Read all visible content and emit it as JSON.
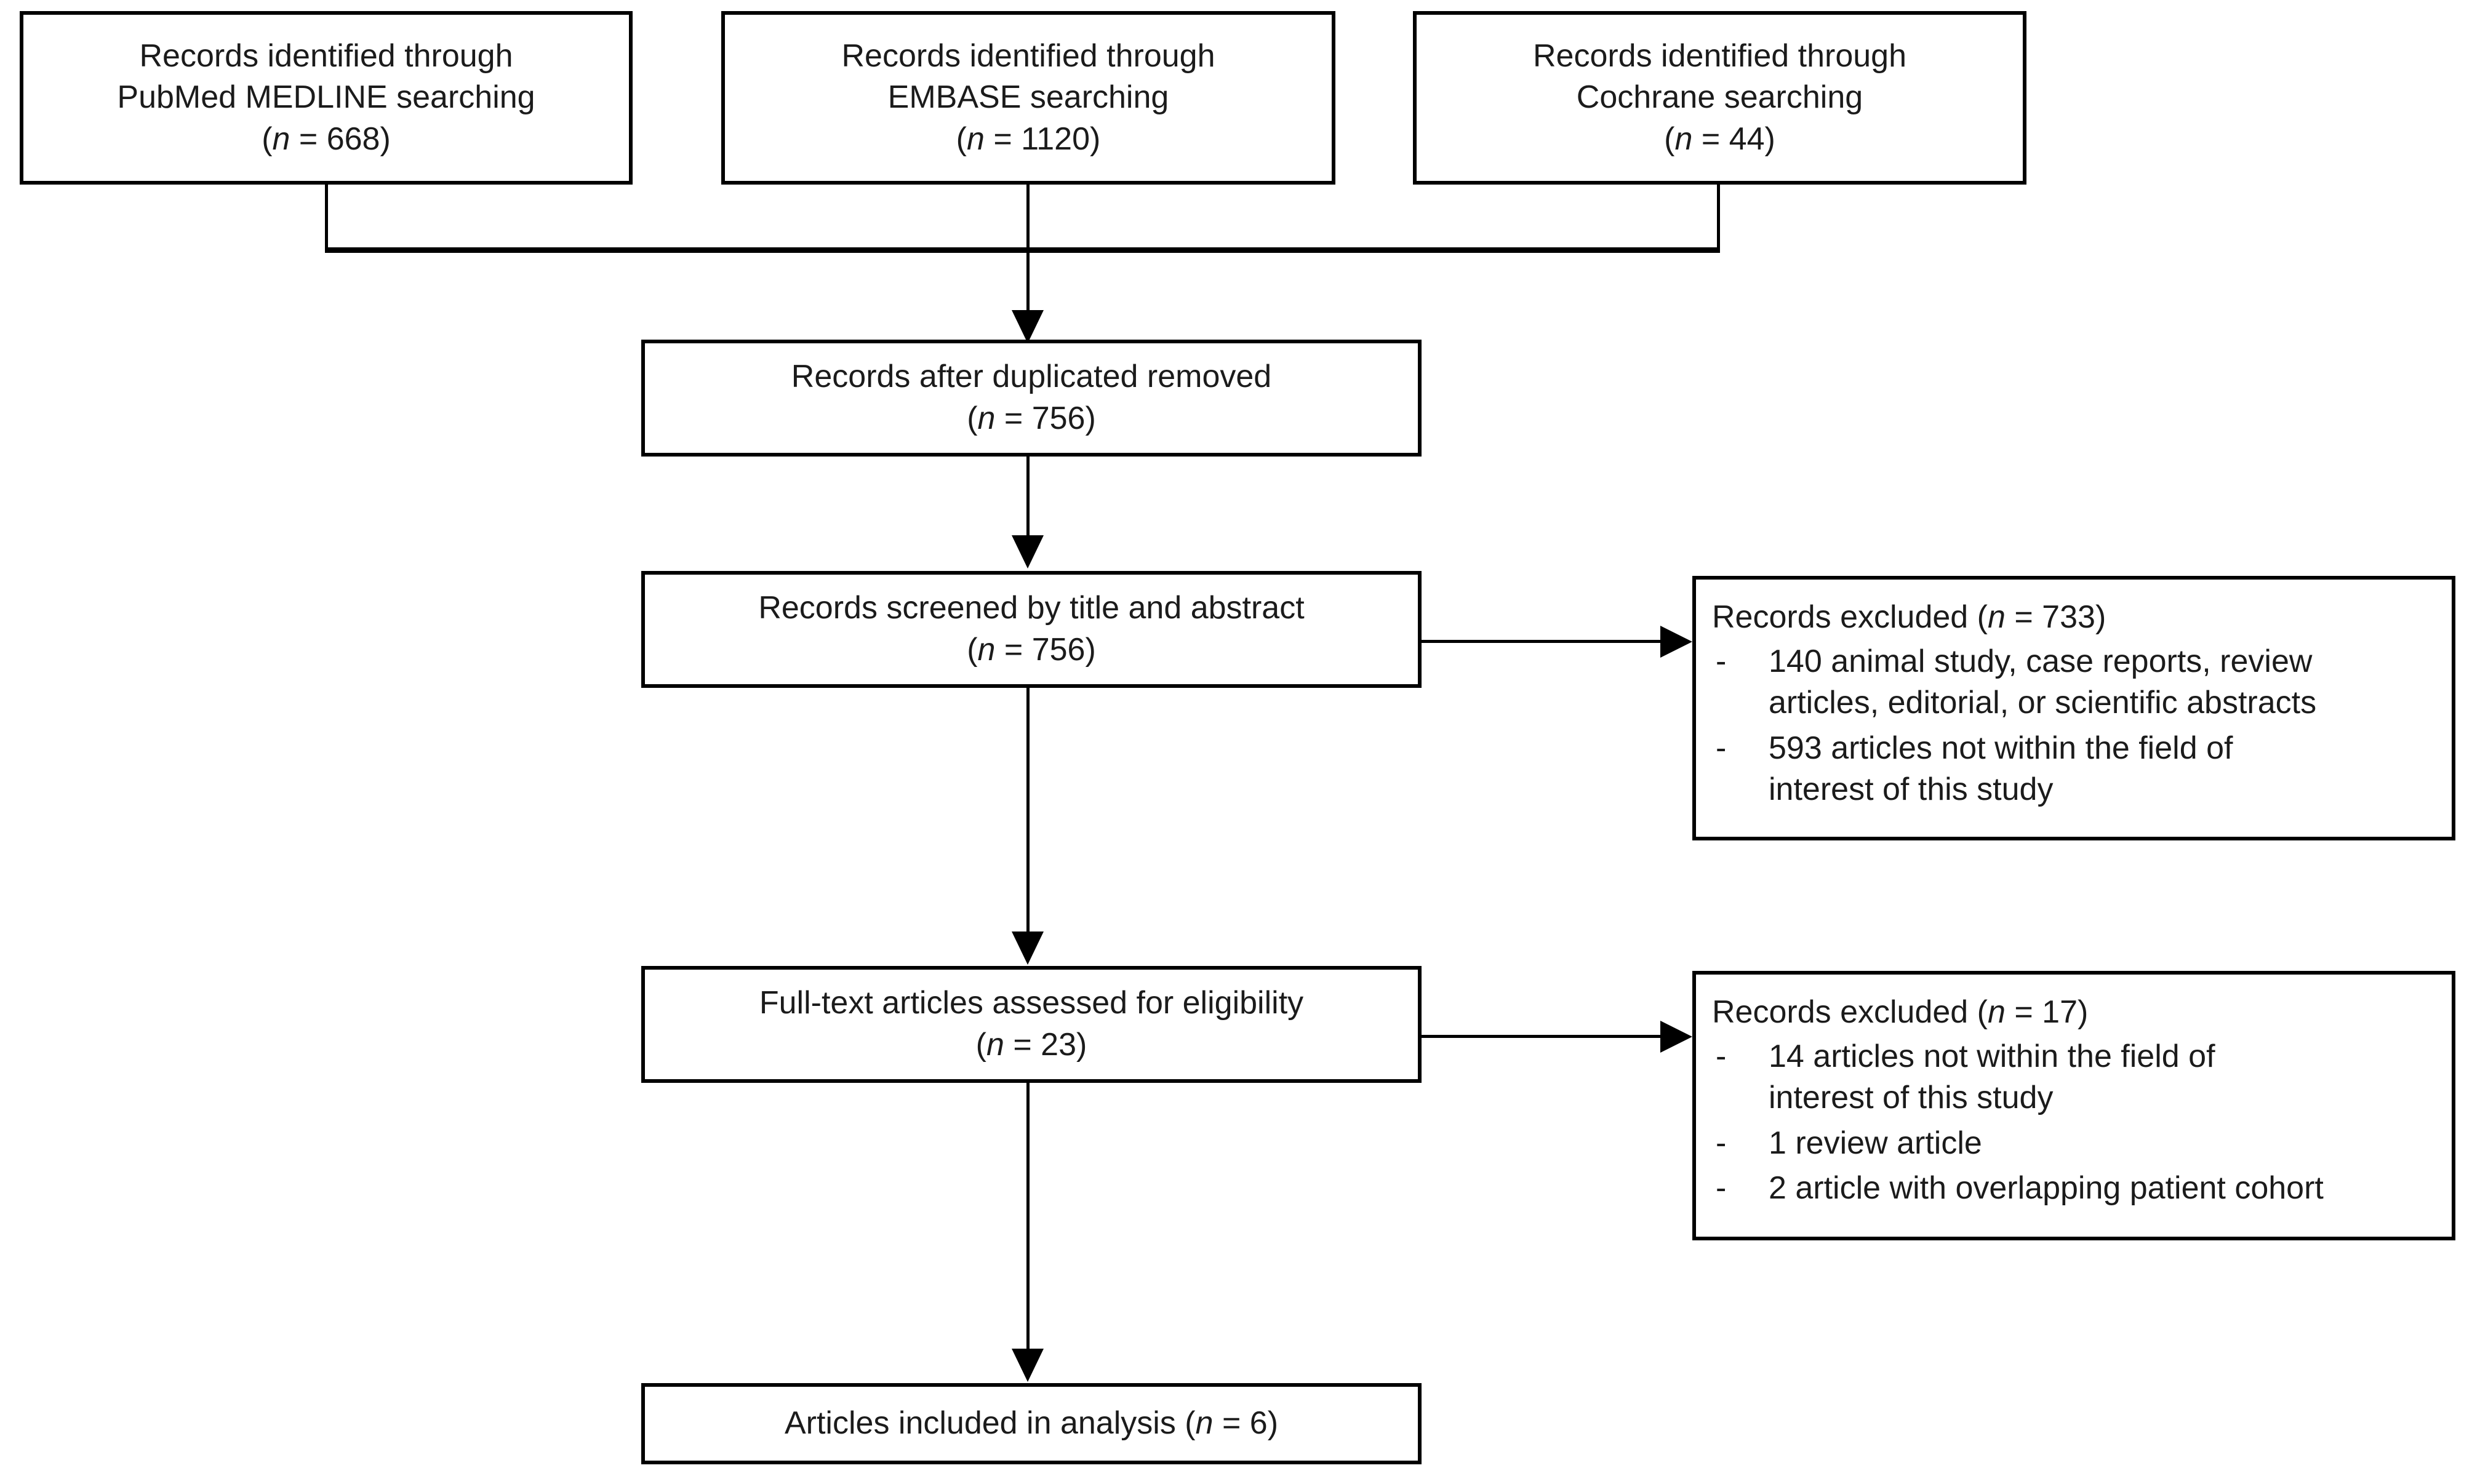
{
  "diagram": {
    "type": "prisma-flow-diagram",
    "title": "",
    "accent_color": "#000000",
    "background_color": "#ffffff",
    "text_color": "#1b1b1b"
  },
  "sources": [
    {
      "id": "pubmed",
      "line1": "Records identified through",
      "line2": "PubMed MEDLINE searching",
      "count_open": "(",
      "count_n": "n",
      "count_eq": " = 668)",
      "n_value": 668
    },
    {
      "id": "embase",
      "line1": "Records identified through",
      "line2": "EMBASE searching",
      "count_open": "(",
      "count_n": "n",
      "count_eq": " = 1120)",
      "n_value": 1120
    },
    {
      "id": "cochrane",
      "line1": "Records identified through",
      "line2": "Cochrane searching",
      "count_open": "(",
      "count_n": "n",
      "count_eq": " = 44)",
      "n_value": 44
    }
  ],
  "stages": {
    "deduplicated": {
      "line1": "Records after duplicated removed",
      "count_open": "(",
      "count_n": "n",
      "count_eq": " = 756)",
      "n_value": 756
    },
    "screened": {
      "line1": "Records screened by title and abstract",
      "count_open": "(",
      "count_n": "n",
      "count_eq": " = 756)",
      "n_value": 756
    },
    "fulltext": {
      "line1": "Full-text articles assessed for eligibility",
      "count_open": "(",
      "count_n": "n",
      "count_eq": " = 23)",
      "n_value": 23
    },
    "included": {
      "line1_pre": "Articles included in analysis (",
      "count_n": "n",
      "line1_post": " = 6)",
      "n_value": 6
    }
  },
  "exclusions": {
    "screening": {
      "head_pre": "Records excluded (",
      "head_n": "n",
      "head_post": " = 733)",
      "n_value": 733,
      "bullet_marker": "-",
      "items": [
        {
          "line1": "140 animal study, case reports, review",
          "line2": "articles, editorial, or scientific abstracts"
        },
        {
          "line1": "593 articles not within the field of",
          "line2": "interest of this study"
        }
      ]
    },
    "eligibility": {
      "head_pre": "Records excluded (",
      "head_n": "n",
      "head_post": " = 17)",
      "n_value": 17,
      "bullet_marker": "-",
      "items": [
        {
          "line1": "14 articles not within the field of",
          "line2": "interest of this study"
        },
        {
          "line1": "1 review article",
          "line2": ""
        },
        {
          "line1": "2 article with overlapping patient cohort",
          "line2": ""
        }
      ]
    }
  },
  "icons": {
    "arrow_down": "arrow-down-icon",
    "arrow_right": "arrow-right-icon",
    "merge_bus": "merge-connector-icon"
  }
}
